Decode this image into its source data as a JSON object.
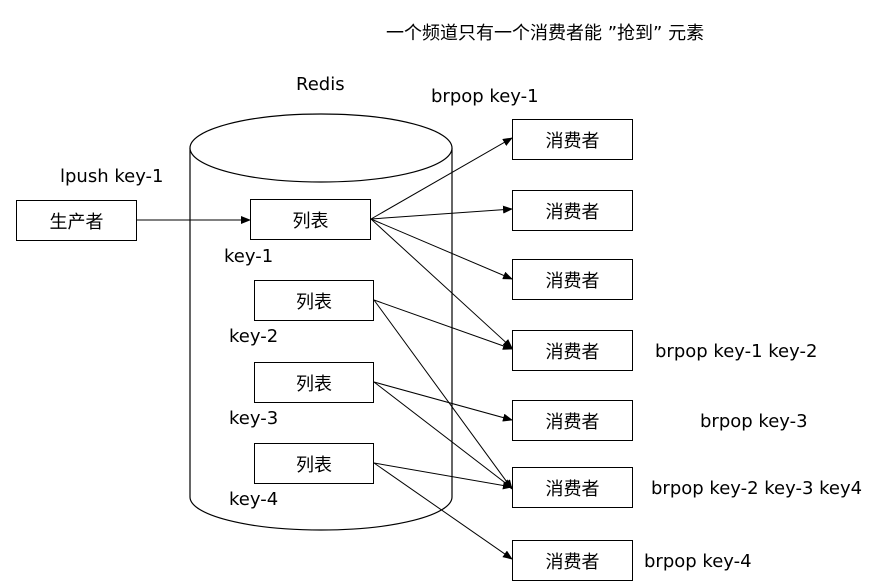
{
  "title": "一个频道只有一个消费者能 ”抢到” 元素",
  "redis_label": "Redis",
  "producer": {
    "label": "生产者",
    "command": "lpush key-1"
  },
  "lists": [
    {
      "label": "列表",
      "key": "key-1"
    },
    {
      "label": "列表",
      "key": "key-2"
    },
    {
      "label": "列表",
      "key": "key-3"
    },
    {
      "label": "列表",
      "key": "key-4"
    }
  ],
  "consumers": [
    {
      "label": "消费者",
      "command": ""
    },
    {
      "label": "消费者",
      "command": ""
    },
    {
      "label": "消费者",
      "command": ""
    },
    {
      "label": "消费者",
      "command": "brpop key-1 key-2"
    },
    {
      "label": "消费者",
      "command": "brpop key-3"
    },
    {
      "label": "消费者",
      "command": "brpop key-2 key-3 key4"
    },
    {
      "label": "消费者",
      "command": "brpop key-4"
    }
  ],
  "top_consumer_command": "brpop key-1",
  "colors": {
    "line": "#000000",
    "background": "#ffffff"
  }
}
